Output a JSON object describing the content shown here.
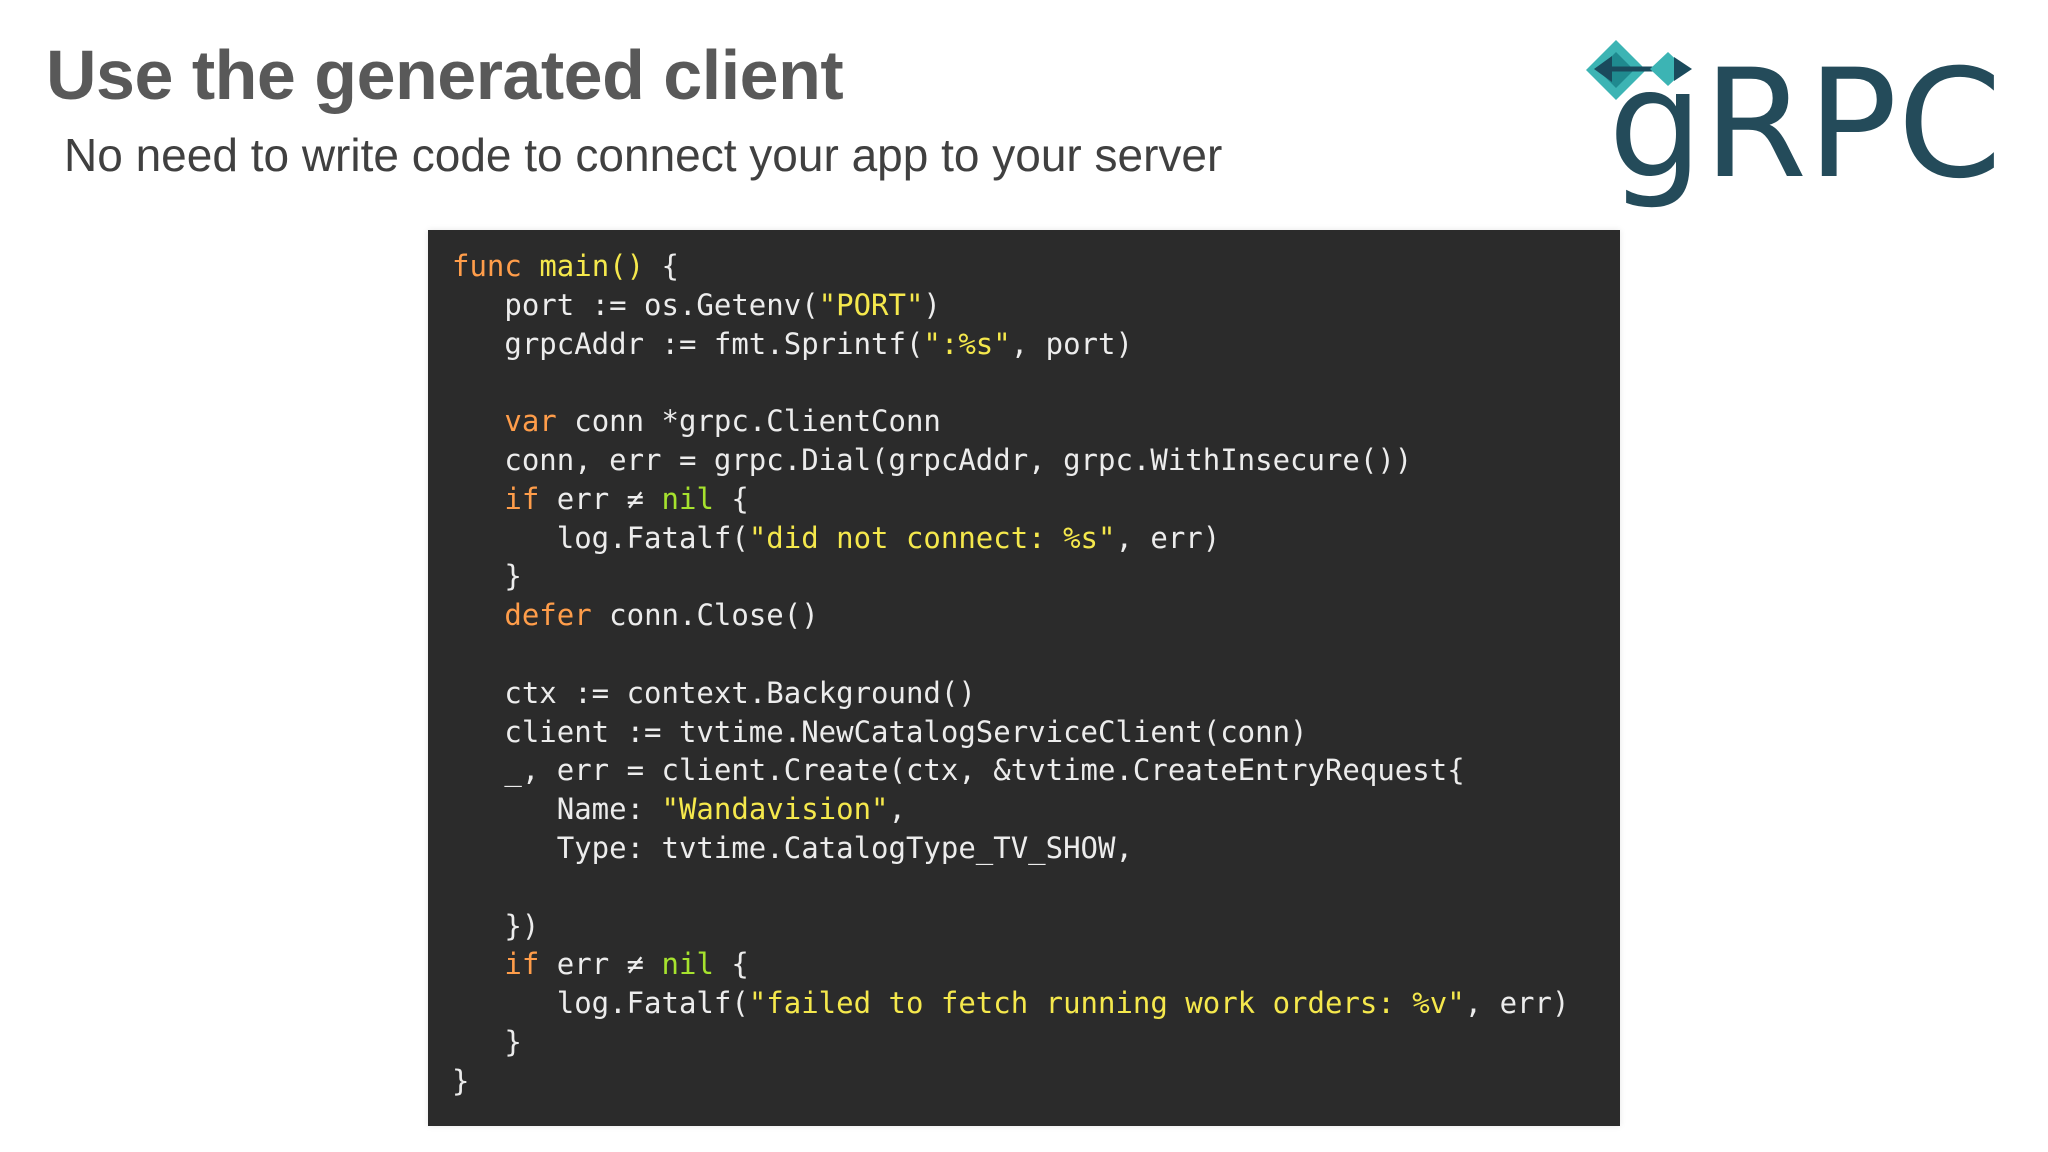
{
  "slide": {
    "title": "Use the generated client",
    "subtitle": "No need to write code to connect your app to your server"
  },
  "logo": {
    "text": "gRPC",
    "icon": "grpc-logo-arrow-icon",
    "colors": {
      "wordmark": "#244b5a",
      "diamond": "#3cb4b4",
      "arrow": "#1a4a5c"
    }
  },
  "code": {
    "language": "go",
    "colors": {
      "background": "#2b2b2b",
      "text": "#ececec",
      "keyword": "#ff9d4a",
      "string": "#f5e84c",
      "function": "#f5e84c",
      "constant": "#a6e22e"
    },
    "lines": [
      [
        {
          "t": "kw",
          "v": "func"
        },
        {
          "t": "txt",
          "v": " "
        },
        {
          "t": "fn",
          "v": "main()"
        },
        {
          "t": "txt",
          "v": " {"
        }
      ],
      [
        {
          "t": "txt",
          "v": "   port := os.Getenv("
        },
        {
          "t": "str",
          "v": "\"PORT\""
        },
        {
          "t": "txt",
          "v": ")"
        }
      ],
      [
        {
          "t": "txt",
          "v": "   grpcAddr := fmt.Sprintf("
        },
        {
          "t": "str",
          "v": "\":%s\""
        },
        {
          "t": "txt",
          "v": ", port)"
        }
      ],
      [],
      [
        {
          "t": "txt",
          "v": "   "
        },
        {
          "t": "kw",
          "v": "var"
        },
        {
          "t": "txt",
          "v": " conn *grpc.ClientConn"
        }
      ],
      [
        {
          "t": "txt",
          "v": "   conn, err = grpc.Dial(grpcAddr, grpc.WithInsecure())"
        }
      ],
      [
        {
          "t": "txt",
          "v": "   "
        },
        {
          "t": "kw",
          "v": "if"
        },
        {
          "t": "txt",
          "v": " err ≠ "
        },
        {
          "t": "const",
          "v": "nil"
        },
        {
          "t": "txt",
          "v": " {"
        }
      ],
      [
        {
          "t": "txt",
          "v": "      log.Fatalf("
        },
        {
          "t": "str",
          "v": "\"did not connect: %s\""
        },
        {
          "t": "txt",
          "v": ", err)"
        }
      ],
      [
        {
          "t": "txt",
          "v": "   }"
        }
      ],
      [
        {
          "t": "txt",
          "v": "   "
        },
        {
          "t": "kw",
          "v": "defer"
        },
        {
          "t": "txt",
          "v": " conn.Close()"
        }
      ],
      [],
      [
        {
          "t": "txt",
          "v": "   ctx := context.Background()"
        }
      ],
      [
        {
          "t": "txt",
          "v": "   client := tvtime.NewCatalogServiceClient(conn)"
        }
      ],
      [
        {
          "t": "txt",
          "v": "   _, err = client.Create(ctx, &tvtime.CreateEntryRequest{"
        }
      ],
      [
        {
          "t": "txt",
          "v": "      Name: "
        },
        {
          "t": "str",
          "v": "\"Wandavision\""
        },
        {
          "t": "txt",
          "v": ","
        }
      ],
      [
        {
          "t": "txt",
          "v": "      Type: tvtime.CatalogType_TV_SHOW,"
        }
      ],
      [],
      [
        {
          "t": "txt",
          "v": "   })"
        }
      ],
      [
        {
          "t": "txt",
          "v": "   "
        },
        {
          "t": "kw",
          "v": "if"
        },
        {
          "t": "txt",
          "v": " err ≠ "
        },
        {
          "t": "const",
          "v": "nil"
        },
        {
          "t": "txt",
          "v": " {"
        }
      ],
      [
        {
          "t": "txt",
          "v": "      log.Fatalf("
        },
        {
          "t": "str",
          "v": "\"failed to fetch running work orders: %v\""
        },
        {
          "t": "txt",
          "v": ", err)"
        }
      ],
      [
        {
          "t": "txt",
          "v": "   }"
        }
      ],
      [
        {
          "t": "txt",
          "v": "}"
        }
      ]
    ]
  }
}
